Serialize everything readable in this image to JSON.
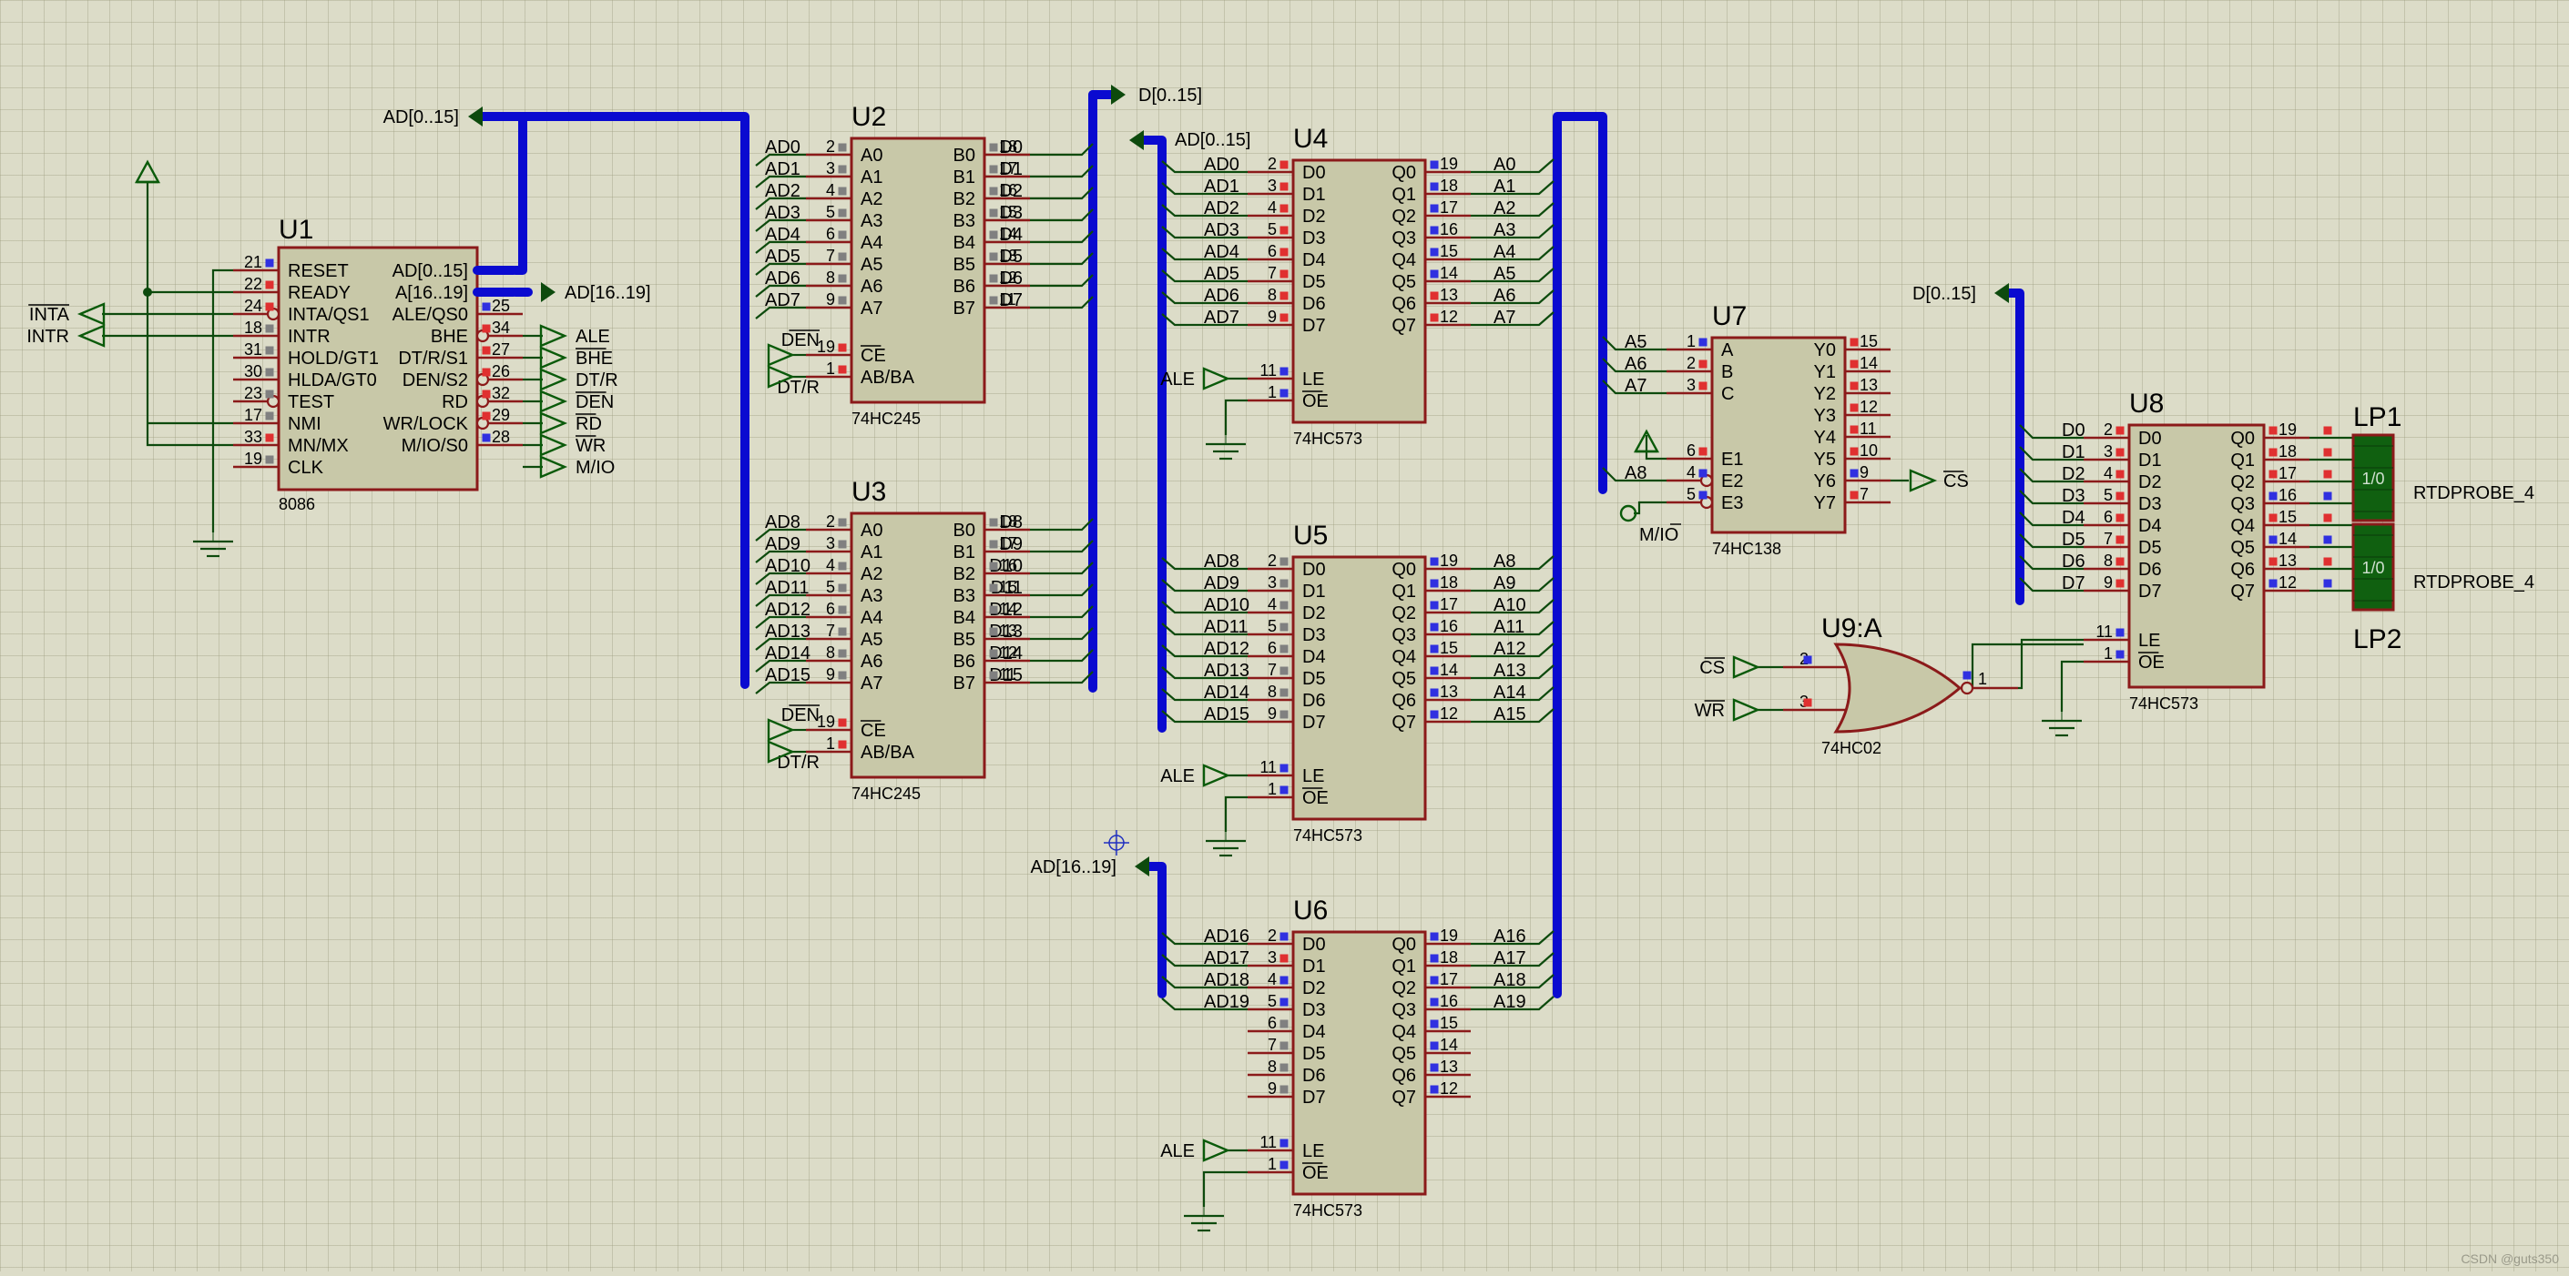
{
  "colors": {
    "background": "#dcdcc8",
    "chip_fill": "#c8c8a8",
    "chip_border": "#8b1a1a",
    "wire": "#0d4a0d",
    "bus": "#0a0ad0",
    "terminal": "#0a5a0a",
    "probe_fill": "#106010",
    "pin_red": "#e03030",
    "pin_blue": "#3030e0",
    "pin_gray": "#808080"
  },
  "watermark": "CSDN @guts350",
  "probes": [
    {
      "ref": "LP1",
      "value": "1/0",
      "name": "RTDPROBE_4"
    },
    {
      "ref": "LP2",
      "value": "1/0",
      "name": "RTDPROBE_4"
    }
  ],
  "chips": [
    {
      "id": "u1",
      "ref": "U1",
      "type": "8086",
      "left_pins": [
        {
          "num": "21",
          "label": "RESET",
          "state": "blue"
        },
        {
          "num": "22",
          "label": "READY",
          "state": "red"
        },
        {
          "num": "24",
          "label": "INTA/QS1",
          "state": "red",
          "bubble": true
        },
        {
          "num": "18",
          "label": "INTR",
          "state": "gray"
        },
        {
          "num": "31",
          "label": "HOLD/GT1",
          "state": "gray"
        },
        {
          "num": "30",
          "label": "HLDA/GT0",
          "state": "gray"
        },
        {
          "num": "23",
          "label": "TEST",
          "state": "gray",
          "bubble": true
        },
        {
          "num": "17",
          "label": "NMI",
          "state": "gray"
        },
        {
          "num": "33",
          "label": "MN/MX",
          "state": "red"
        },
        {
          "num": "19",
          "label": "CLK",
          "state": "gray"
        }
      ],
      "right_pins": [
        {
          "num": "",
          "label": "AD[0..15]"
        },
        {
          "num": "",
          "label": "A[16..19]"
        },
        {
          "num": "25",
          "label": "ALE/QS0",
          "state": "blue"
        },
        {
          "num": "34",
          "label": "BHE",
          "state": "red",
          "bubble": true
        },
        {
          "num": "27",
          "label": "DT/R/S1",
          "state": "red"
        },
        {
          "num": "26",
          "label": "DEN/S2",
          "state": "red",
          "bubble": true
        },
        {
          "num": "32",
          "label": "RD",
          "state": "red",
          "bubble": true
        },
        {
          "num": "29",
          "label": "WR/LOCK",
          "state": "red",
          "bubble": true
        },
        {
          "num": "28",
          "label": "M/IO/S0",
          "state": "blue"
        }
      ]
    },
    {
      "id": "u2",
      "ref": "U2",
      "type": "74HC245",
      "left_pins": [
        {
          "num": "2",
          "label": "A0",
          "net": "AD0",
          "state": "gray"
        },
        {
          "num": "3",
          "label": "A1",
          "net": "AD1",
          "state": "gray"
        },
        {
          "num": "4",
          "label": "A2",
          "net": "AD2",
          "state": "gray"
        },
        {
          "num": "5",
          "label": "A3",
          "net": "AD3",
          "state": "gray"
        },
        {
          "num": "6",
          "label": "A4",
          "net": "AD4",
          "state": "gray"
        },
        {
          "num": "7",
          "label": "A5",
          "net": "AD5",
          "state": "gray"
        },
        {
          "num": "8",
          "label": "A6",
          "net": "AD6",
          "state": "gray"
        },
        {
          "num": "9",
          "label": "A7",
          "net": "AD7",
          "state": "gray"
        },
        {
          "num": "19",
          "label": "CE",
          "net": "DEN",
          "state": "red"
        },
        {
          "num": "1",
          "label": "AB/BA",
          "net": "DT/R",
          "state": "red"
        }
      ],
      "right_pins": [
        {
          "num": "18",
          "label": "B0",
          "net": "D0",
          "state": "gray"
        },
        {
          "num": "17",
          "label": "B1",
          "net": "D1",
          "state": "gray"
        },
        {
          "num": "16",
          "label": "B2",
          "net": "D2",
          "state": "gray"
        },
        {
          "num": "15",
          "label": "B3",
          "net": "D3",
          "state": "gray"
        },
        {
          "num": "14",
          "label": "B4",
          "net": "D4",
          "state": "gray"
        },
        {
          "num": "13",
          "label": "B5",
          "net": "D5",
          "state": "gray"
        },
        {
          "num": "12",
          "label": "B6",
          "net": "D6",
          "state": "gray"
        },
        {
          "num": "11",
          "label": "B7",
          "net": "D7",
          "state": "gray"
        }
      ]
    },
    {
      "id": "u3",
      "ref": "U3",
      "type": "74HC245",
      "left_pins": [
        {
          "num": "2",
          "label": "A0",
          "net": "AD8",
          "state": "gray"
        },
        {
          "num": "3",
          "label": "A1",
          "net": "AD9",
          "state": "gray"
        },
        {
          "num": "4",
          "label": "A2",
          "net": "AD10",
          "state": "gray"
        },
        {
          "num": "5",
          "label": "A3",
          "net": "AD11",
          "state": "gray"
        },
        {
          "num": "6",
          "label": "A4",
          "net": "AD12",
          "state": "gray"
        },
        {
          "num": "7",
          "label": "A5",
          "net": "AD13",
          "state": "gray"
        },
        {
          "num": "8",
          "label": "A6",
          "net": "AD14",
          "state": "gray"
        },
        {
          "num": "9",
          "label": "A7",
          "net": "AD15",
          "state": "gray"
        },
        {
          "num": "19",
          "label": "CE",
          "net": "DEN",
          "state": "red"
        },
        {
          "num": "1",
          "label": "AB/BA",
          "net": "DT/R",
          "state": "red"
        }
      ],
      "right_pins": [
        {
          "num": "18",
          "label": "B0",
          "net": "D8",
          "state": "gray"
        },
        {
          "num": "17",
          "label": "B1",
          "net": "D9",
          "state": "gray"
        },
        {
          "num": "16",
          "label": "B2",
          "net": "D10",
          "state": "gray"
        },
        {
          "num": "15",
          "label": "B3",
          "net": "D11",
          "state": "gray"
        },
        {
          "num": "14",
          "label": "B4",
          "net": "D12",
          "state": "gray"
        },
        {
          "num": "13",
          "label": "B5",
          "net": "D13",
          "state": "gray"
        },
        {
          "num": "12",
          "label": "B6",
          "net": "D14",
          "state": "gray"
        },
        {
          "num": "11",
          "label": "B7",
          "net": "D15",
          "state": "gray"
        }
      ]
    },
    {
      "id": "u4",
      "ref": "U4",
      "type": "74HC573",
      "left_pins": [
        {
          "num": "2",
          "label": "D0",
          "net": "AD0",
          "state": "red"
        },
        {
          "num": "3",
          "label": "D1",
          "net": "AD1",
          "state": "red"
        },
        {
          "num": "4",
          "label": "D2",
          "net": "AD2",
          "state": "red"
        },
        {
          "num": "5",
          "label": "D3",
          "net": "AD3",
          "state": "red"
        },
        {
          "num": "6",
          "label": "D4",
          "net": "AD4",
          "state": "red"
        },
        {
          "num": "7",
          "label": "D5",
          "net": "AD5",
          "state": "red"
        },
        {
          "num": "8",
          "label": "D6",
          "net": "AD6",
          "state": "red"
        },
        {
          "num": "9",
          "label": "D7",
          "net": "AD7",
          "state": "red"
        },
        {
          "num": "11",
          "label": "LE",
          "net": "ALE",
          "state": "blue"
        },
        {
          "num": "1",
          "label": "OE",
          "net": "",
          "state": "blue"
        }
      ],
      "right_pins": [
        {
          "num": "19",
          "label": "Q0",
          "net": "A0",
          "state": "blue"
        },
        {
          "num": "18",
          "label": "Q1",
          "net": "A1",
          "state": "blue"
        },
        {
          "num": "17",
          "label": "Q2",
          "net": "A2",
          "state": "blue"
        },
        {
          "num": "16",
          "label": "Q3",
          "net": "A3",
          "state": "blue"
        },
        {
          "num": "15",
          "label": "Q4",
          "net": "A4",
          "state": "blue"
        },
        {
          "num": "14",
          "label": "Q5",
          "net": "A5",
          "state": "blue"
        },
        {
          "num": "13",
          "label": "Q6",
          "net": "A6",
          "state": "red"
        },
        {
          "num": "12",
          "label": "Q7",
          "net": "A7",
          "state": "red"
        }
      ]
    },
    {
      "id": "u5",
      "ref": "U5",
      "type": "74HC573",
      "left_pins": [
        {
          "num": "2",
          "label": "D0",
          "net": "AD8",
          "state": "gray"
        },
        {
          "num": "3",
          "label": "D1",
          "net": "AD9",
          "state": "gray"
        },
        {
          "num": "4",
          "label": "D2",
          "net": "AD10",
          "state": "gray"
        },
        {
          "num": "5",
          "label": "D3",
          "net": "AD11",
          "state": "gray"
        },
        {
          "num": "6",
          "label": "D4",
          "net": "AD12",
          "state": "gray"
        },
        {
          "num": "7",
          "label": "D5",
          "net": "AD13",
          "state": "gray"
        },
        {
          "num": "8",
          "label": "D6",
          "net": "AD14",
          "state": "gray"
        },
        {
          "num": "9",
          "label": "D7",
          "net": "AD15",
          "state": "gray"
        },
        {
          "num": "11",
          "label": "LE",
          "net": "ALE",
          "state": "blue"
        },
        {
          "num": "1",
          "label": "OE",
          "net": "",
          "state": "blue"
        }
      ],
      "right_pins": [
        {
          "num": "19",
          "label": "Q0",
          "net": "A8",
          "state": "blue"
        },
        {
          "num": "18",
          "label": "Q1",
          "net": "A9",
          "state": "blue"
        },
        {
          "num": "17",
          "label": "Q2",
          "net": "A10",
          "state": "blue"
        },
        {
          "num": "16",
          "label": "Q3",
          "net": "A11",
          "state": "blue"
        },
        {
          "num": "15",
          "label": "Q4",
          "net": "A12",
          "state": "blue"
        },
        {
          "num": "14",
          "label": "Q5",
          "net": "A13",
          "state": "blue"
        },
        {
          "num": "13",
          "label": "Q6",
          "net": "A14",
          "state": "blue"
        },
        {
          "num": "12",
          "label": "Q7",
          "net": "A15",
          "state": "blue"
        }
      ]
    },
    {
      "id": "u6",
      "ref": "U6",
      "type": "74HC573",
      "left_pins": [
        {
          "num": "2",
          "label": "D0",
          "net": "AD16",
          "state": "blue"
        },
        {
          "num": "3",
          "label": "D1",
          "net": "AD17",
          "state": "red"
        },
        {
          "num": "4",
          "label": "D2",
          "net": "AD18",
          "state": "blue"
        },
        {
          "num": "5",
          "label": "D3",
          "net": "AD19",
          "state": "blue"
        },
        {
          "num": "6",
          "label": "D4",
          "net": "",
          "state": "gray"
        },
        {
          "num": "7",
          "label": "D5",
          "net": "",
          "state": "gray"
        },
        {
          "num": "8",
          "label": "D6",
          "net": "",
          "state": "gray"
        },
        {
          "num": "9",
          "label": "D7",
          "net": "",
          "state": "gray"
        },
        {
          "num": "11",
          "label": "LE",
          "net": "ALE",
          "state": "blue"
        },
        {
          "num": "1",
          "label": "OE",
          "net": "",
          "state": "blue"
        }
      ],
      "right_pins": [
        {
          "num": "19",
          "label": "Q0",
          "net": "A16",
          "state": "blue"
        },
        {
          "num": "18",
          "label": "Q1",
          "net": "A17",
          "state": "blue"
        },
        {
          "num": "17",
          "label": "Q2",
          "net": "A18",
          "state": "blue"
        },
        {
          "num": "16",
          "label": "Q3",
          "net": "A19",
          "state": "blue"
        },
        {
          "num": "15",
          "label": "Q4",
          "net": "",
          "state": "blue"
        },
        {
          "num": "14",
          "label": "Q5",
          "net": "",
          "state": "blue"
        },
        {
          "num": "13",
          "label": "Q6",
          "net": "",
          "state": "blue"
        },
        {
          "num": "12",
          "label": "Q7",
          "net": "",
          "state": "blue"
        }
      ]
    },
    {
      "id": "u7",
      "ref": "U7",
      "type": "74HC138",
      "left_pins": [
        {
          "num": "1",
          "label": "A",
          "net": "A5",
          "state": "blue"
        },
        {
          "num": "2",
          "label": "B",
          "net": "A6",
          "state": "red"
        },
        {
          "num": "3",
          "label": "C",
          "net": "A7",
          "state": "red"
        },
        {
          "num": "6",
          "label": "E1",
          "net": "",
          "state": "red"
        },
        {
          "num": "4",
          "label": "E2",
          "net": "A8",
          "state": "blue",
          "bubble": true
        },
        {
          "num": "5",
          "label": "E3",
          "net": "M/IO",
          "state": "blue",
          "bubble": true
        }
      ],
      "right_pins": [
        {
          "num": "15",
          "label": "Y0",
          "state": "red"
        },
        {
          "num": "14",
          "label": "Y1",
          "state": "red"
        },
        {
          "num": "13",
          "label": "Y2",
          "state": "red"
        },
        {
          "num": "12",
          "label": "Y3",
          "state": "red"
        },
        {
          "num": "11",
          "label": "Y4",
          "state": "red"
        },
        {
          "num": "10",
          "label": "Y5",
          "state": "red"
        },
        {
          "num": "9",
          "label": "Y6",
          "net": "CS",
          "state": "blue"
        },
        {
          "num": "7",
          "label": "Y7",
          "state": "red"
        }
      ]
    },
    {
      "id": "u8",
      "ref": "U8",
      "type": "74HC573",
      "left_pins": [
        {
          "num": "2",
          "label": "D0",
          "net": "D0",
          "state": "red"
        },
        {
          "num": "3",
          "label": "D1",
          "net": "D1",
          "state": "red"
        },
        {
          "num": "4",
          "label": "D2",
          "net": "D2",
          "state": "red"
        },
        {
          "num": "5",
          "label": "D3",
          "net": "D3",
          "state": "red"
        },
        {
          "num": "6",
          "label": "D4",
          "net": "D4",
          "state": "red"
        },
        {
          "num": "7",
          "label": "D5",
          "net": "D5",
          "state": "red"
        },
        {
          "num": "8",
          "label": "D6",
          "net": "D6",
          "state": "red"
        },
        {
          "num": "9",
          "label": "D7",
          "net": "D7",
          "state": "red"
        },
        {
          "num": "11",
          "label": "LE",
          "net": "",
          "state": "blue"
        },
        {
          "num": "1",
          "label": "OE",
          "net": "",
          "state": "blue"
        }
      ],
      "right_pins": [
        {
          "num": "19",
          "label": "Q0",
          "state": "red"
        },
        {
          "num": "18",
          "label": "Q1",
          "state": "red"
        },
        {
          "num": "17",
          "label": "Q2",
          "state": "red"
        },
        {
          "num": "16",
          "label": "Q3",
          "state": "blue"
        },
        {
          "num": "15",
          "label": "Q4",
          "state": "red"
        },
        {
          "num": "14",
          "label": "Q5",
          "state": "blue"
        },
        {
          "num": "13",
          "label": "Q6",
          "state": "red"
        },
        {
          "num": "12",
          "label": "Q7",
          "state": "blue"
        }
      ]
    }
  ],
  "gate_u9": {
    "ref": "U9:A",
    "type": "74HC02",
    "inputs": [
      {
        "num": "2",
        "net": "CS",
        "state": "blue"
      },
      {
        "num": "3",
        "net": "WR",
        "state": "red"
      }
    ],
    "output": {
      "num": "1",
      "state": "blue"
    }
  },
  "nets": {
    "inta": "INTA",
    "intr": "INTR",
    "u1_out": [
      "ALE",
      "BHE",
      "DT/R",
      "DEN",
      "RD",
      "WR",
      "M/IO"
    ],
    "u1_overlined": [
      false,
      true,
      false,
      true,
      true,
      true,
      false
    ],
    "ad_bus": "AD[0..15]",
    "ad_bus_hi": "AD[16..19]",
    "d_bus": "D[0..15]",
    "ale": "ALE",
    "den": "DEN",
    "dtr": "DT/R",
    "mio": "M/IO",
    "cs": "CS",
    "wr": "WR"
  }
}
